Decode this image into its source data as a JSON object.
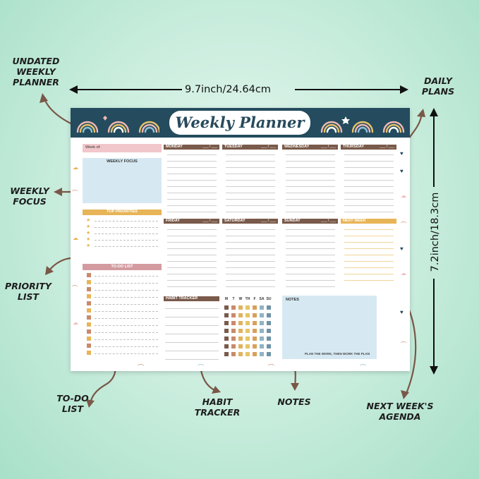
{
  "dimensions": {
    "width": "9.7inch/24.64cm",
    "height": "7.2inch/18.3cm"
  },
  "callouts": {
    "undated": [
      "UNDATED",
      "WEEKLY",
      "PLANNER"
    ],
    "daily": [
      "DAILY",
      "PLANS"
    ],
    "focus": [
      "WEEKLY",
      "FOCUS"
    ],
    "priority": [
      "PRIORITY",
      "LIST"
    ],
    "todo": [
      "TO-DO",
      "LIST"
    ],
    "habit": [
      "HABIT",
      "TRACKER"
    ],
    "notes": [
      "NOTES"
    ],
    "nextweek": [
      "NEXT WEEK'S",
      "AGENDA"
    ]
  },
  "planner": {
    "title": "Weekly Planner",
    "week_of": "Week of:",
    "weekly_focus": "WEEKLY FOCUS",
    "top_priorities": "TOP PRIORITIES",
    "todo_list": "TO-DO LIST",
    "habit_tracker": "HABIT TRACKER",
    "notes": "NOTES",
    "tagline": "PLAN THE WORK, THEN WORK THE PLAN",
    "next_week": "NEXT WEEK",
    "date_slash": "___ / ___",
    "days_row1": [
      "MONDAY",
      "TUESDAY",
      "WEDNESDAY",
      "THURSDAY"
    ],
    "days_row2": [
      "FRIDAY",
      "SATURDAY",
      "SUNDAY"
    ],
    "habit_days": [
      "M",
      "T",
      "W",
      "TH",
      "F",
      "SA",
      "SU"
    ]
  },
  "colors": {
    "navy": "#244b5e",
    "brown": "#7a5a4a",
    "mustard": "#e7b457",
    "rose": "#d39ba0",
    "pink": "#f1c7cb",
    "light_blue": "#d6e9f3",
    "habit_columns": [
      "#7a5a4a",
      "#c98a6a",
      "#e0b35c",
      "#e7c46a",
      "#d9a05b",
      "#8fb4c4",
      "#6f93a6"
    ]
  }
}
